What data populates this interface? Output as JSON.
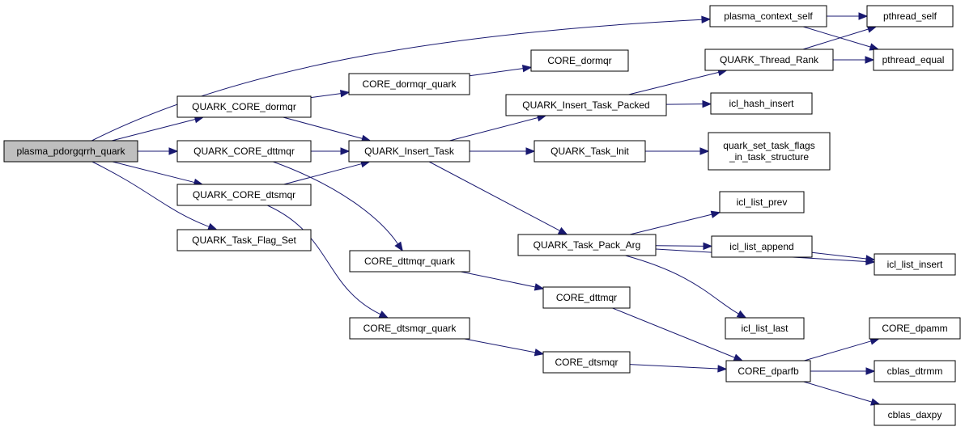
{
  "graph": {
    "edge_color": "#191970",
    "root_fill": "#bfbfbf",
    "nodes": [
      {
        "id": "root",
        "lines": [
          "plasma_pdorgqrrh_quark"
        ],
        "root": true
      },
      {
        "id": "q_dormqr",
        "lines": [
          "QUARK_CORE_dormqr"
        ]
      },
      {
        "id": "q_dttmqr",
        "lines": [
          "QUARK_CORE_dttmqr"
        ]
      },
      {
        "id": "q_dtsmqr",
        "lines": [
          "QUARK_CORE_dtsmqr"
        ]
      },
      {
        "id": "q_flagset",
        "lines": [
          "QUARK_Task_Flag_Set"
        ]
      },
      {
        "id": "ctx_self",
        "lines": [
          "plasma_context_self"
        ]
      },
      {
        "id": "pth_self",
        "lines": [
          "pthread_self"
        ]
      },
      {
        "id": "pth_equal",
        "lines": [
          "pthread_equal"
        ]
      },
      {
        "id": "thr_rank",
        "lines": [
          "QUARK_Thread_Rank"
        ]
      },
      {
        "id": "c_dormqr_q",
        "lines": [
          "CORE_dormqr_quark"
        ]
      },
      {
        "id": "c_dormqr",
        "lines": [
          "CORE_dormqr"
        ]
      },
      {
        "id": "ins_task",
        "lines": [
          "QUARK_Insert_Task"
        ]
      },
      {
        "id": "ins_packed",
        "lines": [
          "QUARK_Insert_Task_Packed"
        ]
      },
      {
        "id": "hash_ins",
        "lines": [
          "icl_hash_insert"
        ]
      },
      {
        "id": "task_init",
        "lines": [
          "QUARK_Task_Init"
        ]
      },
      {
        "id": "set_flags",
        "lines": [
          "quark_set_task_flags",
          "_in_task_structure"
        ]
      },
      {
        "id": "pack_arg",
        "lines": [
          "QUARK_Task_Pack_Arg"
        ]
      },
      {
        "id": "l_prev",
        "lines": [
          "icl_list_prev"
        ]
      },
      {
        "id": "l_append",
        "lines": [
          "icl_list_append"
        ]
      },
      {
        "id": "l_insert",
        "lines": [
          "icl_list_insert"
        ]
      },
      {
        "id": "l_last",
        "lines": [
          "icl_list_last"
        ]
      },
      {
        "id": "c_dttmqr_q",
        "lines": [
          "CORE_dttmqr_quark"
        ]
      },
      {
        "id": "c_dttmqr",
        "lines": [
          "CORE_dttmqr"
        ]
      },
      {
        "id": "c_dtsmqr_q",
        "lines": [
          "CORE_dtsmqr_quark"
        ]
      },
      {
        "id": "c_dtsmqr",
        "lines": [
          "CORE_dtsmqr"
        ]
      },
      {
        "id": "c_dparfb",
        "lines": [
          "CORE_dparfb"
        ]
      },
      {
        "id": "c_dpamm",
        "lines": [
          "CORE_dpamm"
        ]
      },
      {
        "id": "b_dtrmm",
        "lines": [
          "cblas_dtrmm"
        ]
      },
      {
        "id": "b_daxpy",
        "lines": [
          "cblas_daxpy"
        ]
      }
    ],
    "edges": [
      [
        "root",
        "ctx_self"
      ],
      [
        "root",
        "q_dormqr"
      ],
      [
        "root",
        "q_dttmqr"
      ],
      [
        "root",
        "q_dtsmqr"
      ],
      [
        "root",
        "q_flagset"
      ],
      [
        "ctx_self",
        "pth_self"
      ],
      [
        "ctx_self",
        "pth_equal"
      ],
      [
        "thr_rank",
        "pth_self"
      ],
      [
        "thr_rank",
        "pth_equal"
      ],
      [
        "q_dormqr",
        "c_dormqr_q"
      ],
      [
        "q_dormqr",
        "ins_task"
      ],
      [
        "c_dormqr_q",
        "c_dormqr"
      ],
      [
        "q_dttmqr",
        "ins_task"
      ],
      [
        "q_dttmqr",
        "c_dttmqr_q"
      ],
      [
        "q_dtsmqr",
        "ins_task"
      ],
      [
        "q_dtsmqr",
        "c_dtsmqr_q"
      ],
      [
        "ins_task",
        "ins_packed"
      ],
      [
        "ins_task",
        "task_init"
      ],
      [
        "ins_task",
        "pack_arg"
      ],
      [
        "ins_packed",
        "thr_rank"
      ],
      [
        "ins_packed",
        "hash_ins"
      ],
      [
        "task_init",
        "set_flags"
      ],
      [
        "pack_arg",
        "l_prev"
      ],
      [
        "pack_arg",
        "l_append"
      ],
      [
        "pack_arg",
        "l_insert"
      ],
      [
        "pack_arg",
        "l_last"
      ],
      [
        "l_append",
        "l_insert"
      ],
      [
        "c_dttmqr_q",
        "c_dttmqr"
      ],
      [
        "c_dttmqr",
        "c_dparfb"
      ],
      [
        "c_dtsmqr_q",
        "c_dtsmqr"
      ],
      [
        "c_dtsmqr",
        "c_dparfb"
      ],
      [
        "c_dparfb",
        "c_dpamm"
      ],
      [
        "c_dparfb",
        "b_dtrmm"
      ],
      [
        "c_dparfb",
        "b_daxpy"
      ]
    ]
  }
}
